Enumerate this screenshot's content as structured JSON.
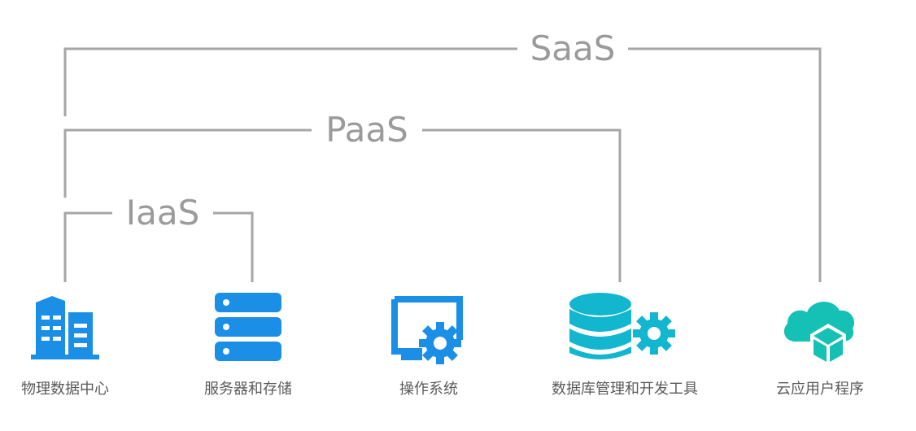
{
  "tiers": {
    "saas": "SaaS",
    "paas": "PaaS",
    "iaas": "IaaS"
  },
  "items": [
    {
      "label": "物理数据中心",
      "icon": "buildings-icon"
    },
    {
      "label": "服务器和存储",
      "icon": "server-rack-icon"
    },
    {
      "label": "操作系统",
      "icon": "monitor-gear-icon"
    },
    {
      "label": "数据库管理和开发工具",
      "icon": "database-gear-icon"
    },
    {
      "label": "云应用户程序",
      "icon": "cloud-cube-icon"
    }
  ],
  "colors": {
    "line": "#a6a6a6",
    "label": "#9b9b9b",
    "icon_blue": "#1b8fe6",
    "icon_cyan": "#12b6cf",
    "icon_teal": "#15c0b5",
    "caption": "#5a5a5a"
  }
}
